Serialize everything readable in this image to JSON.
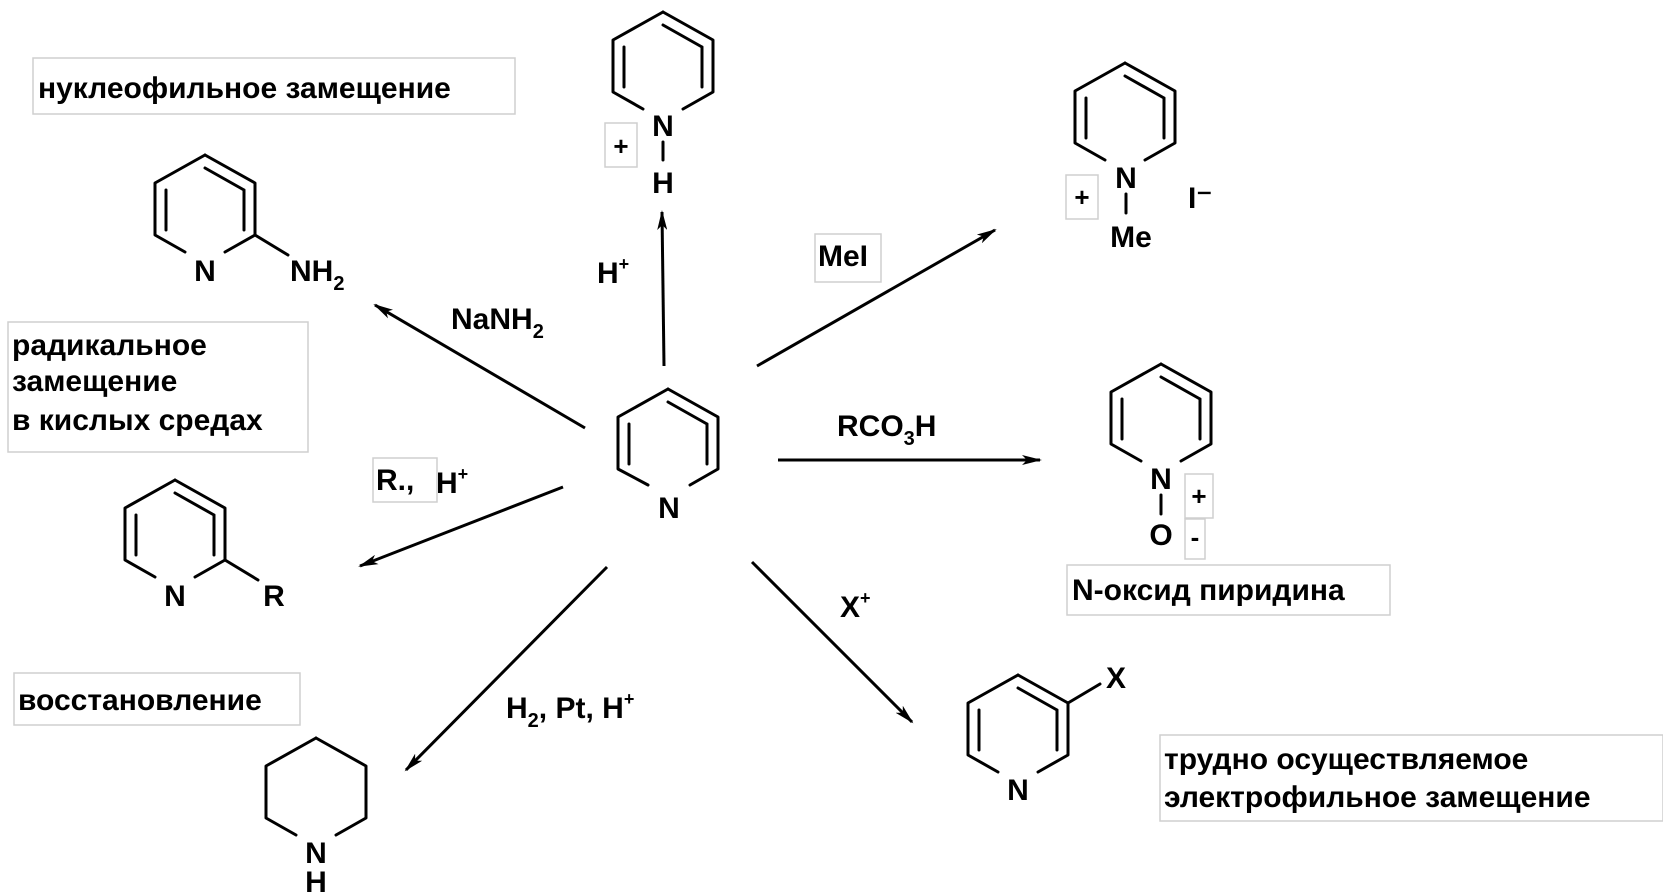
{
  "colors": {
    "ink": "#000000",
    "box_border": "#cfcfcf",
    "background": "#ffffff"
  },
  "labels": {
    "nucleophilic": "нуклеофильное замещение",
    "radical_1": "радикальное",
    "radical_2": "замещение",
    "radical_3": "в кислых средах",
    "reduction": "восстановление",
    "n_oxide": "N-оксид пиридина",
    "electrophilic_1": "трудно осуществляемое",
    "electrophilic_2": "электрофильное замещение"
  },
  "reagents": {
    "proton": {
      "main": "H",
      "sup": "+"
    },
    "mei": "MeI",
    "peracid": {
      "a": "RCO",
      "sub": "3",
      "b": "H"
    },
    "sodamide": {
      "a": "NaNH",
      "sub": "2"
    },
    "radical": {
      "boxed": "R.,",
      "h": "H",
      "sup": "+"
    },
    "hydrogenation": {
      "a": "H",
      "sub": "2",
      "b": ", Pt, H",
      "sup": "+"
    },
    "electrophile": {
      "main": "X",
      "sup": "+"
    }
  },
  "atoms": {
    "n": "N",
    "h": "H",
    "o": "O",
    "me": "Me",
    "r": "R",
    "x": "X",
    "nh": "NH",
    "nh_sub": "2",
    "iodide": "I⁻",
    "plus": "+",
    "minus": "-"
  }
}
